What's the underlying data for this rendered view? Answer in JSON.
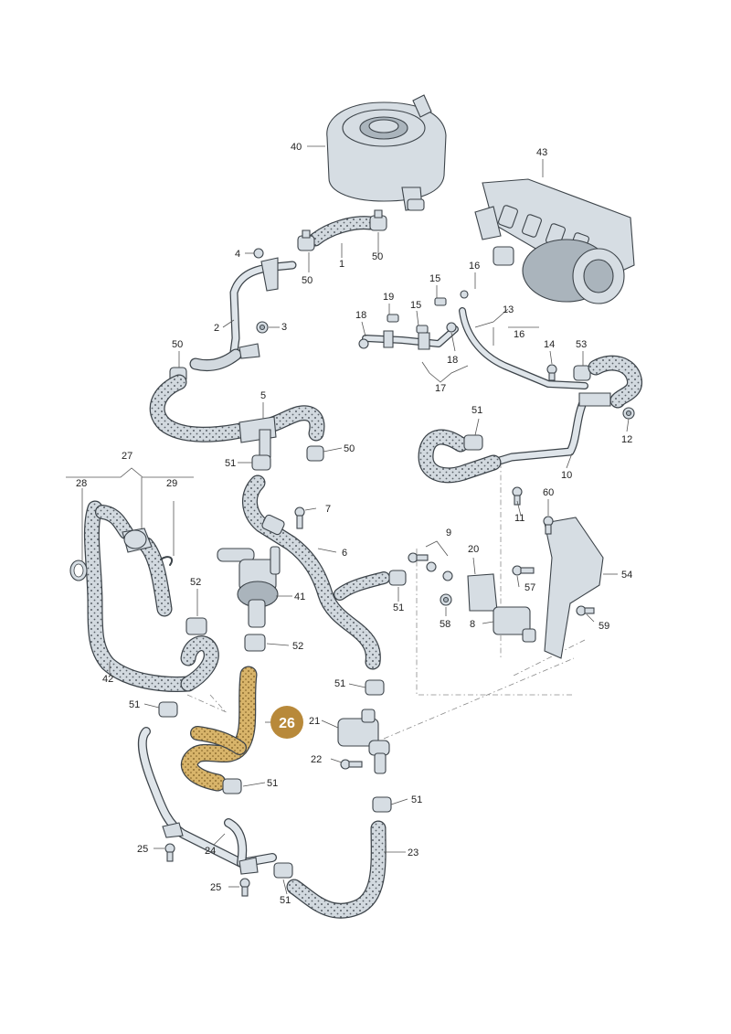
{
  "diagram": {
    "highlight": {
      "label": "26",
      "color": "#c9a25a",
      "badge_color": "#b8893a",
      "badge_text_color": "#ffffff"
    },
    "colors": {
      "part": "#d6dde3",
      "hose": "#d2d9df",
      "outline": "#3d444a",
      "dots": "#5a6168"
    },
    "labels": {
      "l40": "40",
      "l43": "43",
      "l4": "4",
      "l1": "1",
      "l50a": "50",
      "l50b": "50",
      "l2": "2",
      "l3": "3",
      "l50c": "50",
      "l5": "5",
      "l51a": "51",
      "l50d": "50",
      "l16a": "16",
      "l15a": "15",
      "l19": "19",
      "l15b": "15",
      "l18a": "18",
      "l18b": "18",
      "l13": "13",
      "l16b": "16",
      "l14": "14",
      "l53": "53",
      "l17": "17",
      "l51b": "51",
      "l12": "12",
      "l10": "10",
      "l27": "27",
      "l28": "28",
      "l29": "29",
      "l7": "7",
      "l11": "11",
      "l60": "60",
      "l6": "6",
      "l9": "9",
      "l20": "20",
      "l57": "57",
      "l54": "54",
      "l52a": "52",
      "l41": "41",
      "l51c": "51",
      "l58": "58",
      "l8": "8",
      "l59": "59",
      "l42": "42",
      "l52b": "52",
      "l51d": "51",
      "l21": "21",
      "l51e": "51",
      "l22": "22",
      "l51f": "51",
      "l51g": "51",
      "l25a": "25",
      "l24": "24",
      "l23": "23",
      "l25b": "25",
      "l51h": "51"
    }
  }
}
